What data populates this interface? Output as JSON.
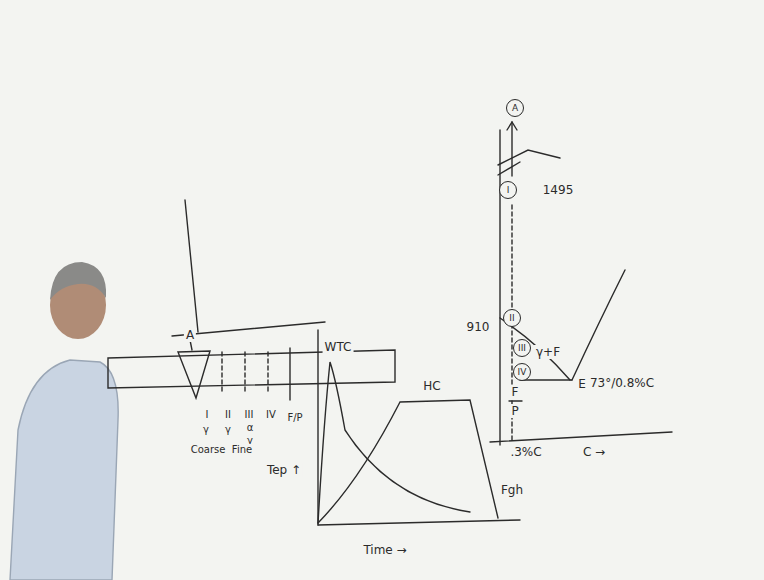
{
  "diagram": {
    "nodes": [
      {
        "text": [
          "A"
        ]
      },
      {
        "text": [
          "I"
        ]
      },
      {
        "text": [
          "II"
        ]
      },
      {
        "text": [
          "III"
        ]
      },
      {
        "text": [
          "IV"
        ]
      }
    ],
    "labels": [
      "1495",
      "910",
      "γ+F",
      "E",
      "73°/0.8%C",
      "F",
      "P",
      ".3%C",
      "C →",
      "Fgh",
      "A",
      "I",
      "II",
      "III",
      "IV",
      "γ",
      "γ",
      "α",
      "γ",
      "F/P",
      "Coarse",
      "Fine",
      "Tep ↑",
      "Time →",
      "WTC",
      "HC"
    ]
  }
}
